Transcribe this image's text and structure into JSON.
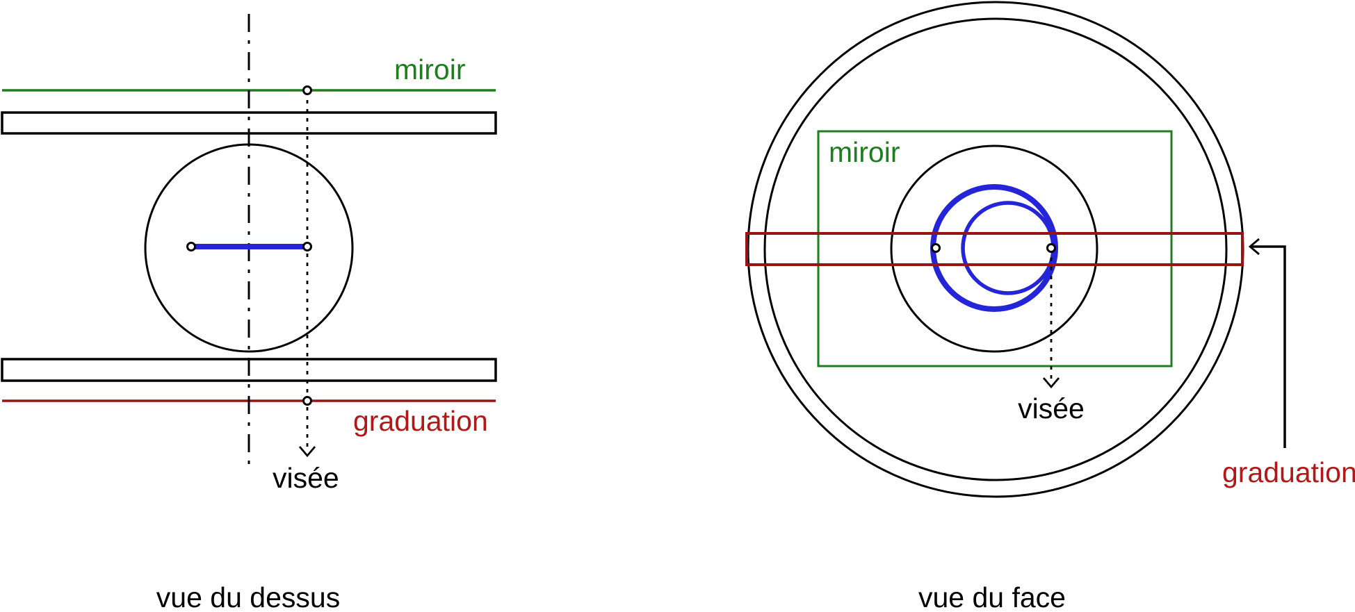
{
  "colors": {
    "green": "#1e7d1e",
    "dark_red_line": "#961414",
    "dark_red_text": "#b21818",
    "blue": "#2424d8",
    "black": "#000000",
    "background": "#ffffff"
  },
  "left_view": {
    "caption": "vue du dessus",
    "labels": {
      "miroir": "miroir",
      "graduation": "graduation",
      "visee": "visée"
    }
  },
  "right_view": {
    "caption": "vue du face",
    "labels": {
      "miroir": "miroir",
      "graduation": "graduation",
      "visee": "visée"
    }
  }
}
